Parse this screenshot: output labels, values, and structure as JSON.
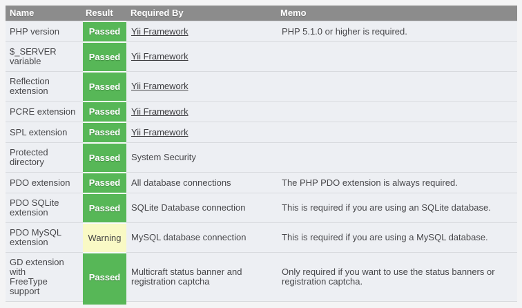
{
  "colors": {
    "header_bg": "#8c8c8c",
    "header_text": "#ffffff",
    "page_bg": "#f4f4f5",
    "row_bg": "#edeff3",
    "separator": "#d8dade",
    "passed_bg": "#57b757",
    "passed_text": "#ffffff",
    "warning_bg": "#f9f9c5",
    "warning_text": "#454545",
    "text": "#47474a",
    "link": "#3b3b3e"
  },
  "table": {
    "headers": [
      {
        "label": "Name"
      },
      {
        "label": "Result"
      },
      {
        "label": "Required By"
      },
      {
        "label": "Memo"
      }
    ],
    "rows": [
      {
        "name": "PHP version",
        "result": "Passed",
        "result_type": "passed",
        "required_by": "Yii Framework",
        "required_by_is_link": true,
        "memo": "PHP 5.1.0 or higher is required."
      },
      {
        "name": "$_SERVER variable",
        "result": "Passed",
        "result_type": "passed",
        "required_by": "Yii Framework",
        "required_by_is_link": true,
        "memo": ""
      },
      {
        "name": "Reflection extension",
        "result": "Passed",
        "result_type": "passed",
        "required_by": "Yii Framework",
        "required_by_is_link": true,
        "memo": ""
      },
      {
        "name": "PCRE extension",
        "result": "Passed",
        "result_type": "passed",
        "required_by": "Yii Framework",
        "required_by_is_link": true,
        "memo": ""
      },
      {
        "name": "SPL extension",
        "result": "Passed",
        "result_type": "passed",
        "required_by": "Yii Framework",
        "required_by_is_link": true,
        "memo": ""
      },
      {
        "name": "Protected directory",
        "result": "Passed",
        "result_type": "passed",
        "required_by": "System Security",
        "required_by_is_link": false,
        "memo": ""
      },
      {
        "name": "PDO extension",
        "result": "Passed",
        "result_type": "passed",
        "required_by": "All database connections",
        "required_by_is_link": false,
        "memo": "The PHP PDO extension is always required."
      },
      {
        "name": "PDO SQLite extension",
        "result": "Passed",
        "result_type": "passed",
        "required_by": "SQLite Database connection",
        "required_by_is_link": false,
        "memo": "This is required if you are using an SQLite database."
      },
      {
        "name": "PDO MySQL extension",
        "result": "Warning",
        "result_type": "warning",
        "required_by": "MySQL database connection",
        "required_by_is_link": false,
        "memo": "This is required if you are using a MySQL database."
      },
      {
        "name": "GD extension\nwith\nFreeType\nsupport",
        "result": "Passed",
        "result_type": "passed",
        "required_by": "Multicraft status banner and registration captcha",
        "required_by_is_link": false,
        "memo": "Only required if you want to use the status banners or registration captcha."
      }
    ]
  }
}
